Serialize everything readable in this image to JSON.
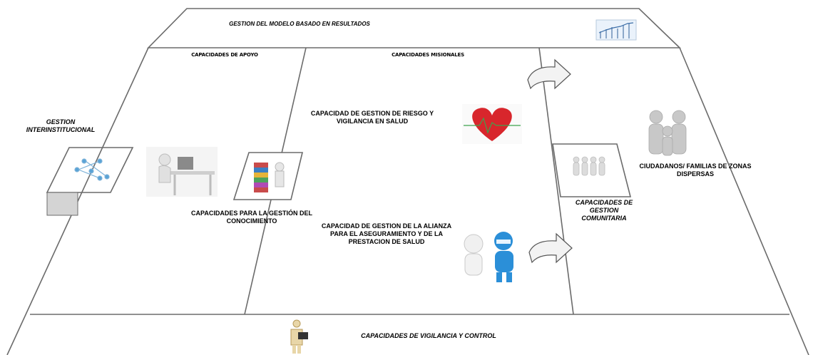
{
  "top_band": {
    "title": "GESTION DEL MODELO BASADO EN RESULTADOS"
  },
  "headers": {
    "support": "CAPACIDADES DE APOYO",
    "missional": "CAPACIDADES MISIONALES"
  },
  "left_panel": {
    "title": "GESTION INTERINSTITUCIONAL"
  },
  "knowledge": {
    "label": "CAPACIDADES PARA LA GESTIÓN DEL CONOCIMIENTO"
  },
  "missional_items": [
    {
      "label": "CAPACIDAD DE GESTION DE RIESGO Y VIGILANCIA EN SALUD",
      "icon": "heart-icon"
    },
    {
      "label": "CAPACIDAD DE GESTION DE LA ALIANZA PARA EL ASEGURAMIENTO Y DE LA PRESTACION DE SALUD",
      "icon": "doctors-icon"
    }
  ],
  "community": {
    "label": "CAPACIDADES DE GESTION COMUNITARIA"
  },
  "citizens": {
    "label": "CIUDADANOS/ FAMILIAS DE ZONAS DISPERSAS"
  },
  "bottom_band": {
    "title": "CAPACIDADES DE VIGILANCIA Y CONTROL"
  },
  "colors": {
    "line": "#6b6b6b",
    "heart": "#d8262c",
    "doctor_blue": "#2b8fd8",
    "grey_block": "#d4d4d4"
  }
}
